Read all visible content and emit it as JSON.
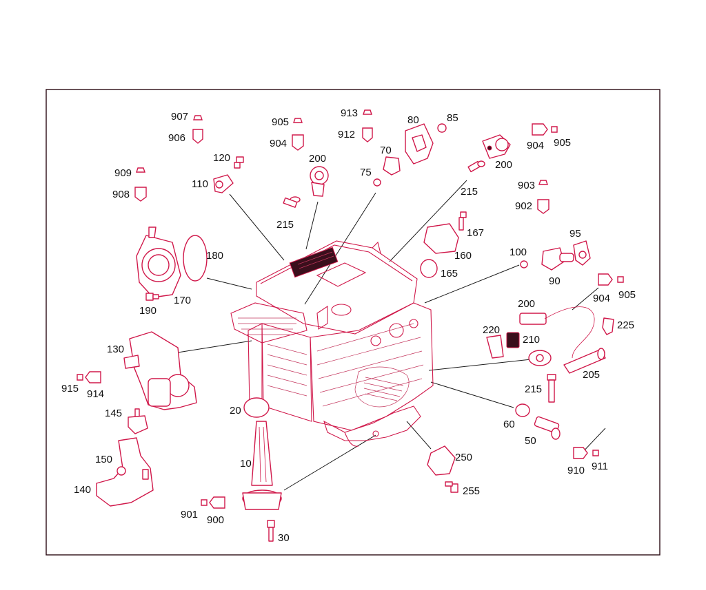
{
  "diagram": {
    "labels": {
      "p907": "907",
      "p906": "906",
      "p120": "120",
      "p110": "110",
      "p905a": "905",
      "p904a": "904",
      "p200a": "200",
      "p215a": "215",
      "p913": "913",
      "p912": "912",
      "p70": "70",
      "p75": "75",
      "p80": "80",
      "p85": "85",
      "p200b": "200",
      "p215b": "215",
      "p904b": "904",
      "p905b": "905",
      "p903": "903",
      "p902": "902",
      "p95": "95",
      "p100": "100",
      "p90": "90",
      "p909": "909",
      "p908": "908",
      "p180": "180",
      "p170": "170",
      "p190": "190",
      "p167": "167",
      "p160": "160",
      "p165": "165",
      "p200c": "200",
      "p904c": "904",
      "p905c": "905",
      "p225": "225",
      "p220": "220",
      "p210": "210",
      "p130": "130",
      "p915": "915",
      "p914": "914",
      "p145": "145",
      "p205": "205",
      "p215c": "215",
      "p20": "20",
      "p60": "60",
      "p50": "50",
      "p10": "10",
      "p250": "250",
      "p910": "910",
      "p911": "911",
      "p150": "150",
      "p140": "140",
      "p255": "255",
      "p901": "901",
      "p900": "900",
      "p30": "30"
    }
  },
  "colors": {
    "part_stroke": "#d0184a",
    "frame": "#2a0a14",
    "label": "#111111"
  }
}
